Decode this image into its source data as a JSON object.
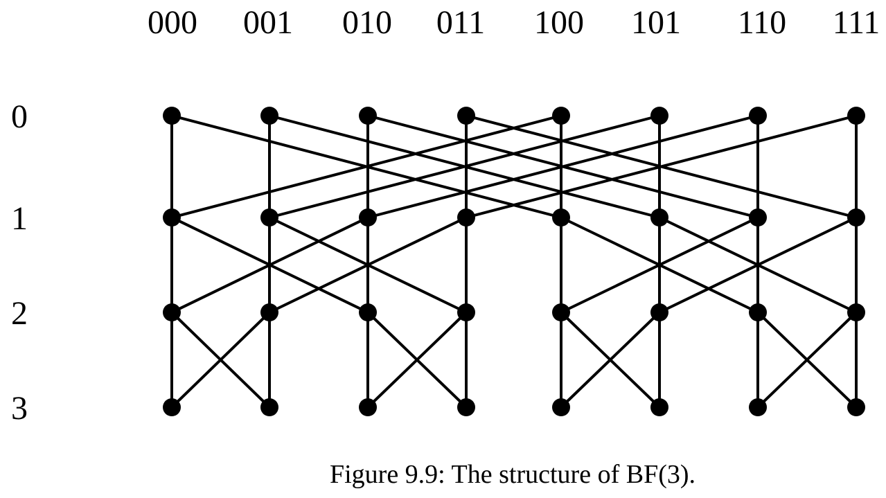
{
  "figure": {
    "caption": "Figure 9.9: The structure of BF(3).",
    "column_labels": [
      "000",
      "001",
      "010",
      "011",
      "100",
      "101",
      "110",
      "111"
    ],
    "row_labels": [
      "0",
      "1",
      "2",
      "3"
    ],
    "dimension": 3,
    "edge_color": "#000000",
    "node_color": "#000000"
  }
}
